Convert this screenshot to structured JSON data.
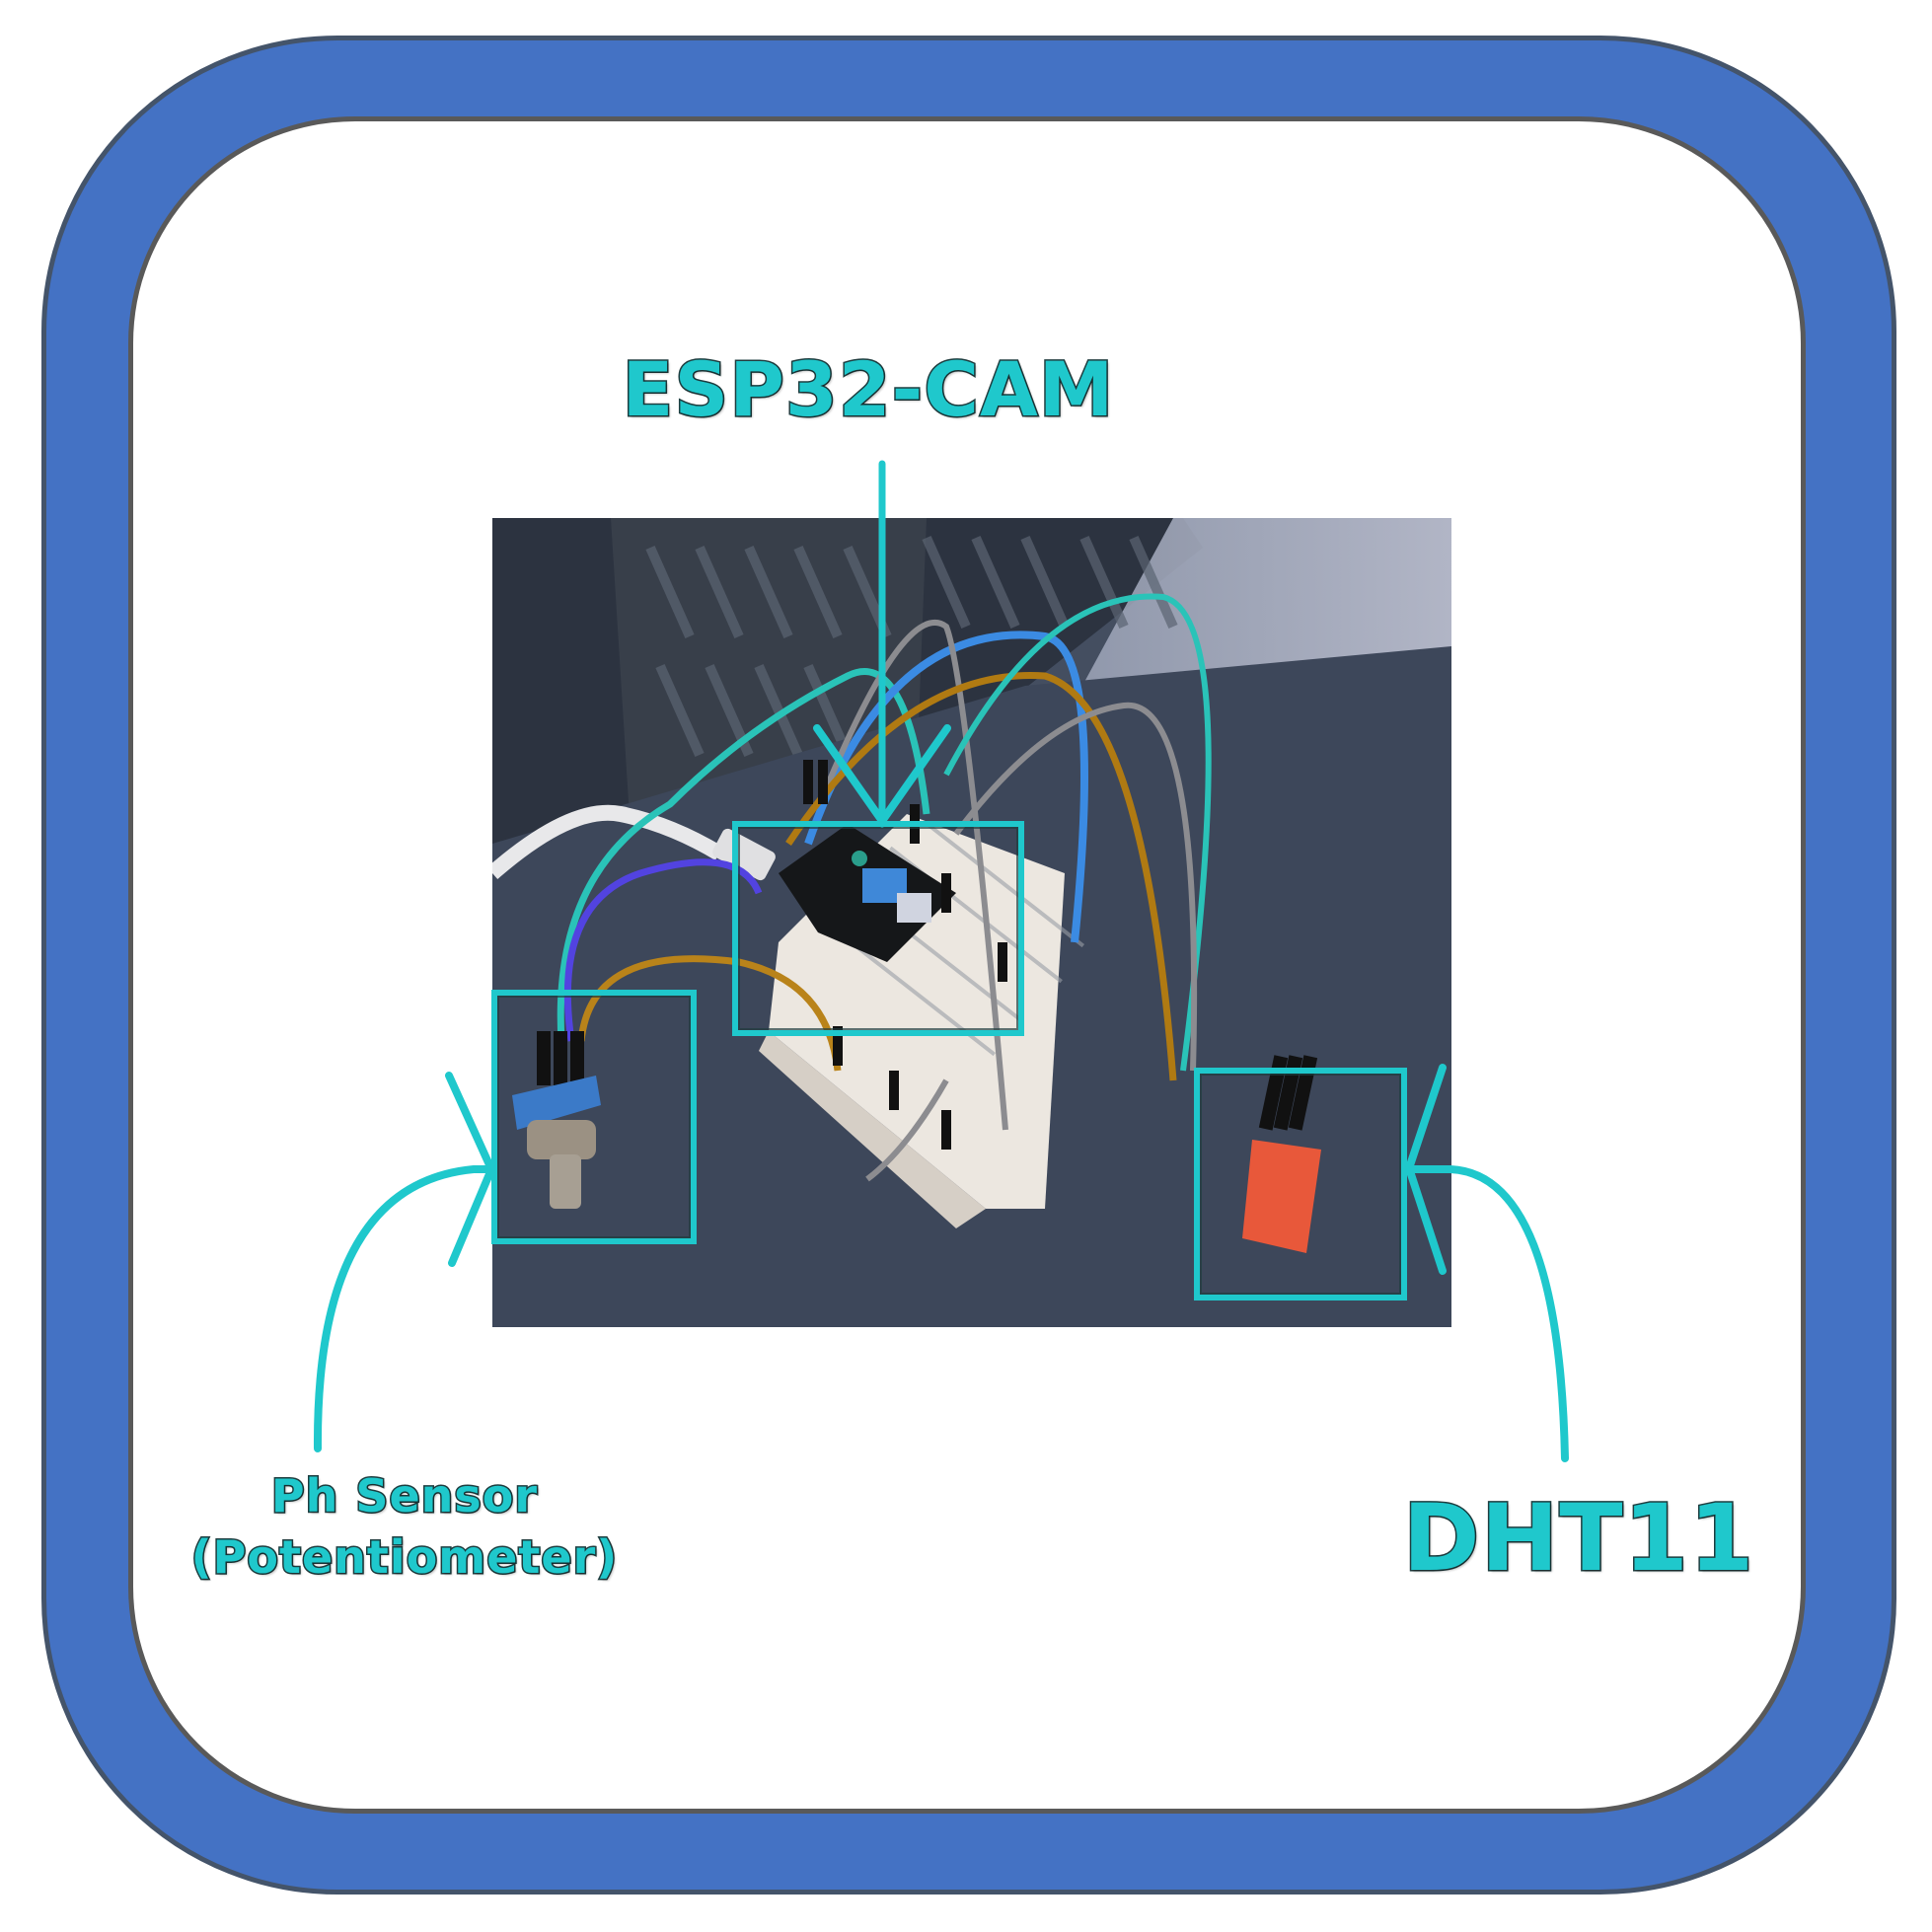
{
  "labels": {
    "esp32": "ESP32-CAM",
    "ph_line1": "Ph Sensor",
    "ph_line2": "(Potentiometer)",
    "dht": "DHT11"
  },
  "photo": {
    "description": "Breadboard circuit with ESP32-CAM module, potentiometer and DHT11 sensor connected by jumper wires",
    "components": [
      "ESP32-CAM",
      "Breadboard",
      "Potentiometer",
      "DHT11",
      "Jumper wires",
      "USB cable"
    ]
  },
  "colors": {
    "frame_blue": "#4472c4",
    "frame_outline": "#44546a",
    "inner_outline": "#595959",
    "annotation_teal": "#1fc8cc",
    "label_stroke": "#1e3d3f"
  }
}
